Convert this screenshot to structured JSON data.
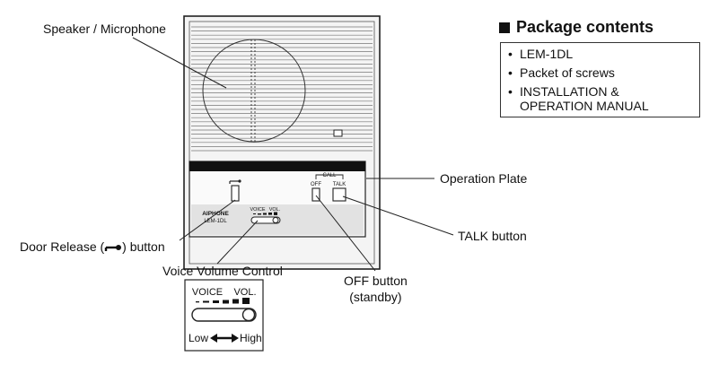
{
  "callouts": {
    "speaker_microphone": "Speaker / Microphone",
    "operation_plate": "Operation Plate",
    "talk_button": "TALK button",
    "door_release_before": "Door Release (",
    "door_release_after": ") button",
    "voice_volume_control": "Voice Volume Control",
    "off_button_line1": "OFF button",
    "off_button_line2": "(standby)"
  },
  "device": {
    "brand": "AIPHONE",
    "model": "LEM-1DL",
    "call_label": "CALL",
    "off_label": "OFF",
    "talk_label": "TALK",
    "voice_label": "VOICE",
    "vol_label": "VOL."
  },
  "detail": {
    "voice_label": "VOICE",
    "vol_label": "VOL.",
    "low_label": "Low",
    "high_label": "High"
  },
  "package": {
    "title": "Package contents",
    "items": [
      "LEM-1DL",
      "Packet of screws",
      "INSTALLATION &",
      "OPERATION MANUAL"
    ]
  }
}
